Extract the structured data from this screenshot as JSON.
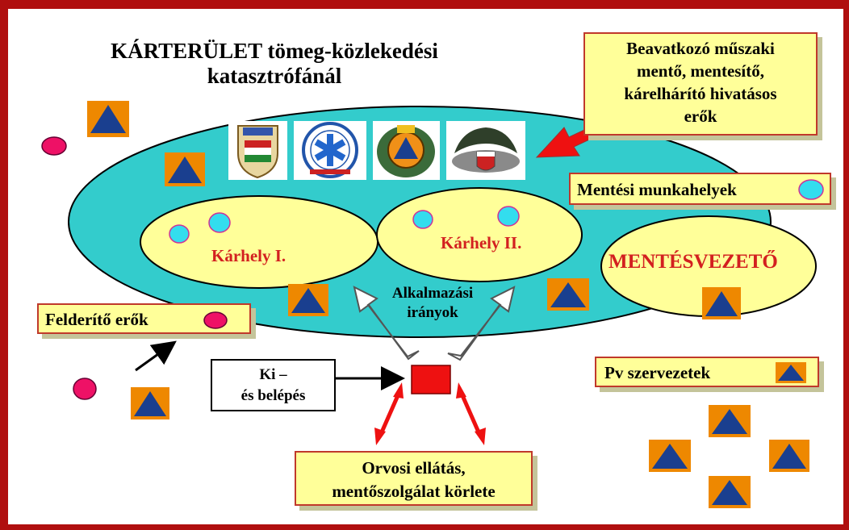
{
  "title": {
    "line1": "KÁRTERÜLET tömeg-közlekedési",
    "line2": "katasztrófánál"
  },
  "boxes": {
    "beavatkozo": {
      "line1": "Beavatkozó műszaki",
      "line2": "mentő, mentesítő,",
      "line3": "kárelhárító hivatásos",
      "line4": "erők"
    },
    "mentesi_munkahelyek": "Mentési munkahelyek",
    "felderito_erok": "Felderítő erők",
    "pv_szervezetek": "Pv szervezetek",
    "orvosi": {
      "line1": "Orvosi ellátás,",
      "line2": "mentőszolgálat körlete"
    },
    "ki_belepes": {
      "line1": "Ki –",
      "line2": "és belépés"
    }
  },
  "zones": {
    "karhely1": "Kárhely I.",
    "karhely2": "Kárhely II.",
    "mentesvezeto": "MENTÉSVEZETŐ"
  },
  "alkalmazasi": {
    "line1": "Alkalmazási",
    "line2": "irányok"
  },
  "colors": {
    "frame": "#b00f0f",
    "outer_ellipse": "#33cccc",
    "inner_ellipse": "#ffff99",
    "label_box": "#ffff99",
    "box_border": "#c0392b",
    "zone_label": "#d32020",
    "circle_cyan": "#33ddee",
    "circle_pink": "#ee1166",
    "icon_bg": "#ee8800",
    "icon_triangle": "#1a3f8f",
    "arrow_red": "#ee1111",
    "entry_square": "#ee1111"
  },
  "emblems": [
    "police-emblem-icon",
    "ambulance-star-of-life-icon",
    "civil-protection-emblem-icon",
    "military-emblem-icon"
  ]
}
